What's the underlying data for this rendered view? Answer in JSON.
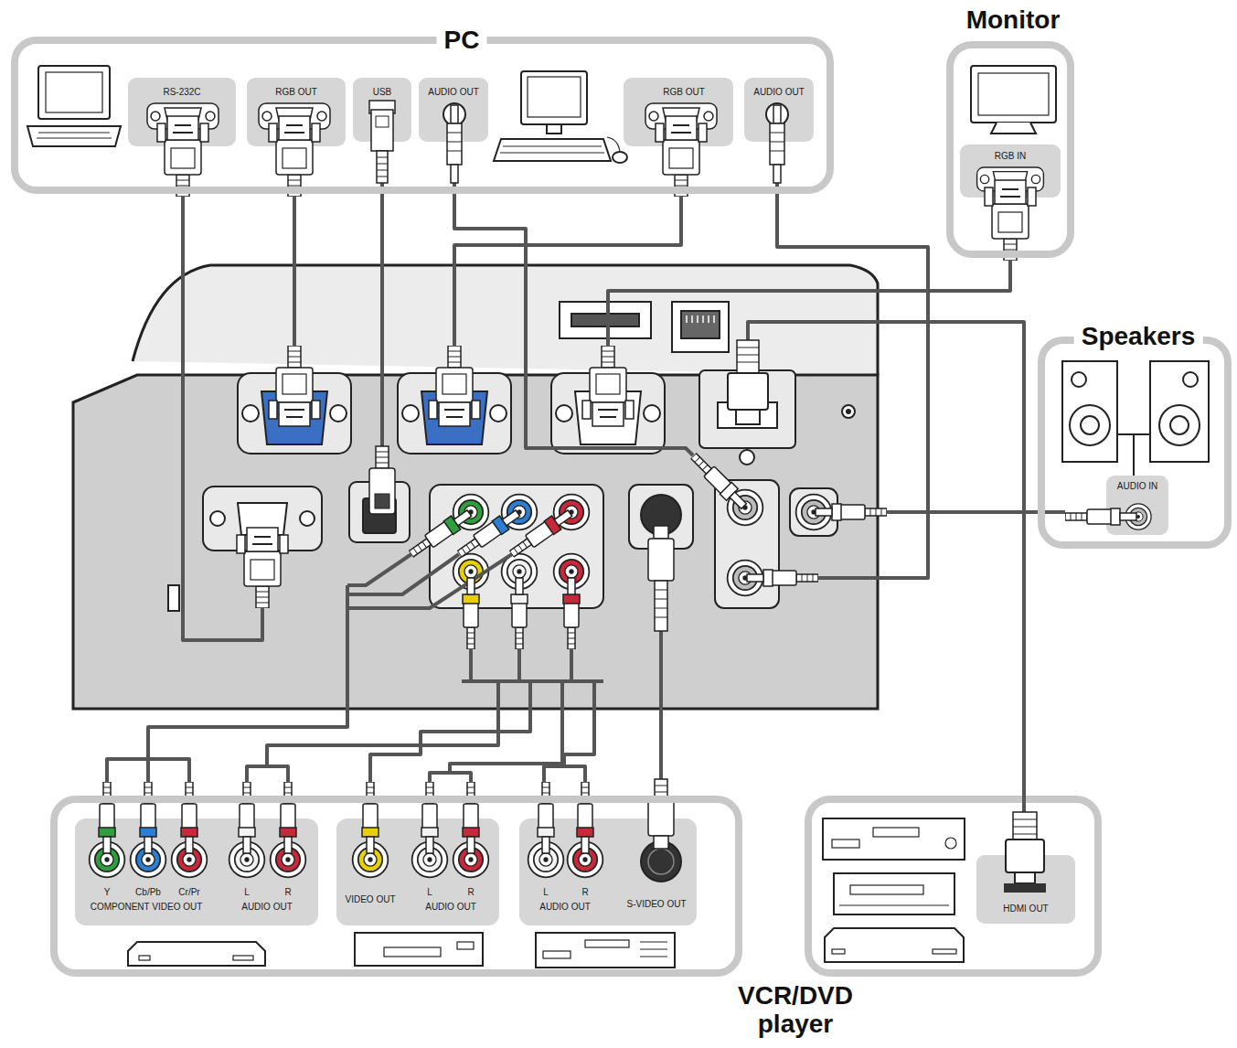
{
  "diagram": {
    "nodes": [
      {
        "text": [
          "PC"
        ]
      },
      {
        "text": [
          "RS-232C"
        ],
        "in": 0
      },
      {
        "text": [
          "RGB OUT"
        ],
        "in": 0
      },
      {
        "text": [
          "USB"
        ],
        "in": 0
      },
      {
        "text": [
          "AUDIO OUT"
        ],
        "in": 0
      },
      {
        "text": [
          "RGB OUT"
        ],
        "in": 0
      },
      {
        "text": [
          "AUDIO OUT"
        ],
        "in": 0
      },
      {
        "text": [
          "Monitor"
        ]
      },
      {
        "text": [
          "RGB IN"
        ],
        "in": 7
      },
      {
        "text": [
          "Speakers"
        ]
      },
      {
        "text": [
          "AUDIO IN"
        ],
        "in": 9
      },
      {
        "text": [
          "VCR/DVD player"
        ]
      },
      {
        "text": [
          "Y",
          "Cb/Pb",
          "Cr/Pr",
          "COMPONENT VIDEO OUT",
          "L",
          "R",
          "AUDIO OUT"
        ],
        "in": 11
      },
      {
        "text": [
          "VIDEO OUT",
          "L",
          "R",
          "AUDIO OUT"
        ],
        "in": 11
      },
      {
        "text": [
          "L",
          "R",
          "AUDIO OUT",
          "S-VIDEO OUT"
        ],
        "in": 11
      },
      {
        "text": [
          "HDMI OUT"
        ]
      }
    ]
  }
}
